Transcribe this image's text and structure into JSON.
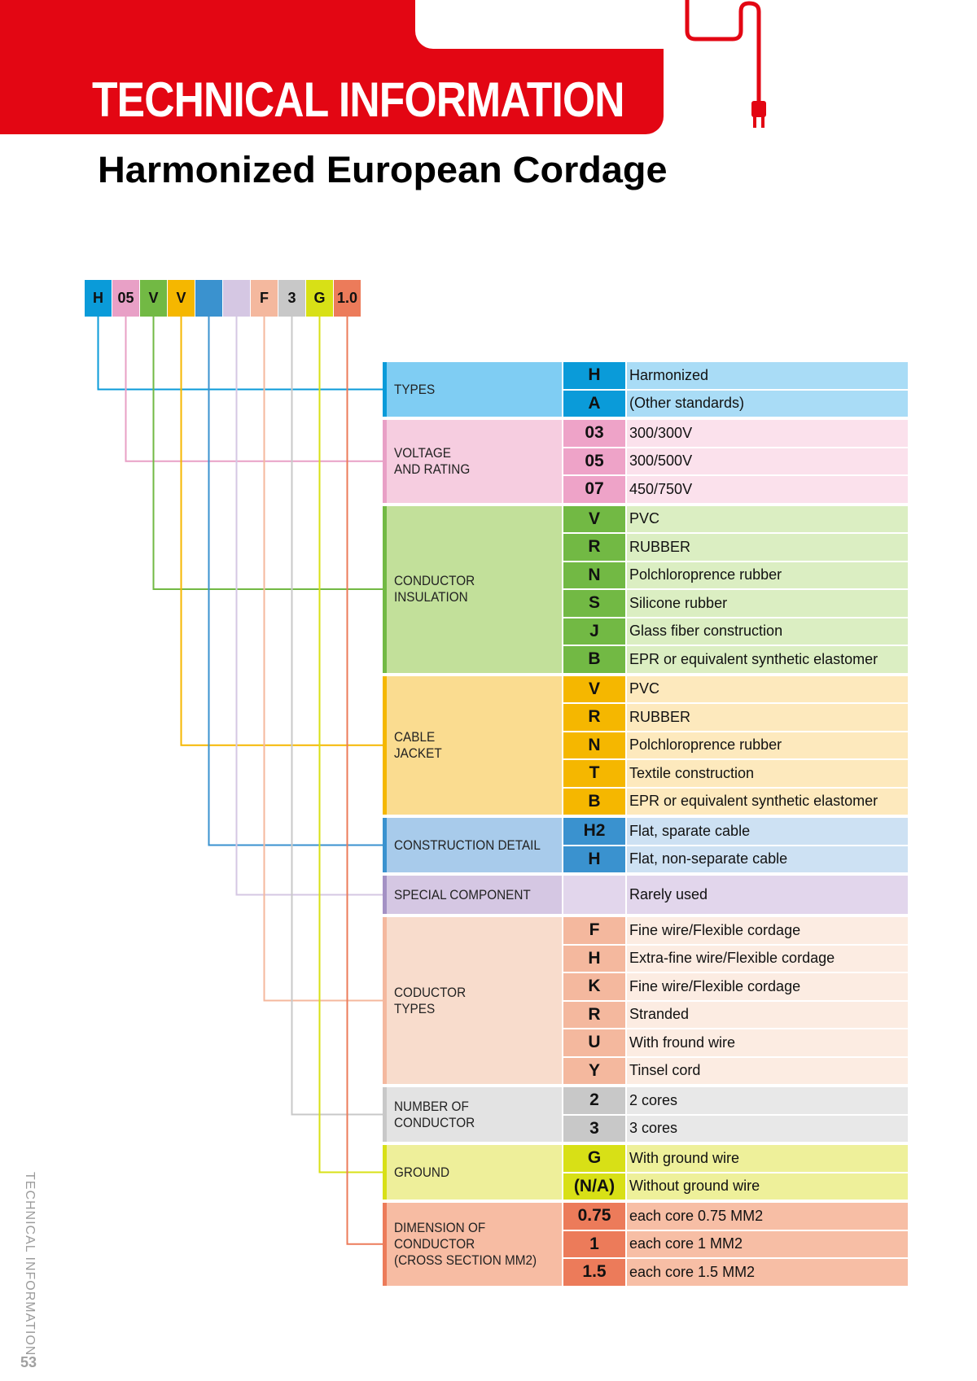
{
  "header": {
    "title": "TECHNICAL INFORMATION",
    "subtitle": "Harmonized European Cordage",
    "accent_color": "#e30613"
  },
  "code_example": [
    {
      "text": "H",
      "color": "#0a9bd9"
    },
    {
      "text": "05",
      "color": "#e8a0c6"
    },
    {
      "text": "V",
      "color": "#72b944"
    },
    {
      "text": "V",
      "color": "#f5b700"
    },
    {
      "text": "",
      "color": "#3a92cf"
    },
    {
      "text": "",
      "color": "#d5c7e3"
    },
    {
      "text": "F",
      "color": "#f4b89e"
    },
    {
      "text": "3",
      "color": "#c8c8c8"
    },
    {
      "text": "G",
      "color": "#d8e016"
    },
    {
      "text": "1.0",
      "color": "#ec7b5a"
    }
  ],
  "categories": [
    {
      "name": "TYPES",
      "cat_bg": "#7fcdf3",
      "border": "#0a9bd9",
      "code_bg": "#0a9bd9",
      "desc_bg": "#a9dcf6",
      "rows": [
        {
          "code": "H",
          "desc": "Harmonized"
        },
        {
          "code": "A",
          "desc": "(Other standards)"
        }
      ]
    },
    {
      "name": "VOLTAGE\nAND RATING",
      "cat_bg": "#f6cde0",
      "border": "#e8a0c6",
      "code_bg": "#eea3c8",
      "desc_bg": "#fbe1ec",
      "rows": [
        {
          "code": "03",
          "desc": "300/300V"
        },
        {
          "code": "05",
          "desc": "300/500V"
        },
        {
          "code": "07",
          "desc": "450/750V"
        }
      ]
    },
    {
      "name": "CONDUCTOR INSULATION",
      "cat_bg": "#c2e09a",
      "border": "#72b944",
      "code_bg": "#72b944",
      "desc_bg": "#dbeec2",
      "rows": [
        {
          "code": "V",
          "desc": "PVC"
        },
        {
          "code": "R",
          "desc": "RUBBER"
        },
        {
          "code": "N",
          "desc": "Polchloroprence rubber"
        },
        {
          "code": "S",
          "desc": "Silicone rubber"
        },
        {
          "code": "J",
          "desc": "Glass fiber construction"
        },
        {
          "code": "B",
          "desc": "EPR or equivalent synthetic elastomer"
        }
      ]
    },
    {
      "name": "CABLE\nJACKET",
      "cat_bg": "#fadc90",
      "border": "#f5b700",
      "code_bg": "#f5b700",
      "desc_bg": "#fde9bd",
      "rows": [
        {
          "code": "V",
          "desc": "PVC"
        },
        {
          "code": "R",
          "desc": "RUBBER"
        },
        {
          "code": "N",
          "desc": "Polchloroprence rubber"
        },
        {
          "code": "T",
          "desc": "Textile construction"
        },
        {
          "code": "B",
          "desc": "EPR or equivalent synthetic elastomer"
        }
      ]
    },
    {
      "name": "CONSTRUCTION DETAIL",
      "cat_bg": "#a8cbeb",
      "border": "#3a92cf",
      "code_bg": "#3a92cf",
      "desc_bg": "#cde1f3",
      "rows": [
        {
          "code": "H2",
          "desc": "Flat, sparate cable"
        },
        {
          "code": "H",
          "desc": "Flat, non-separate cable"
        }
      ]
    },
    {
      "name": "SPECIAL COMPONENT",
      "cat_bg": "#d5c7e3",
      "border": "#a491c4",
      "code_bg": "#e2d6ec",
      "desc_bg": "#e2d6ec",
      "rows": [
        {
          "code": "",
          "desc": "Rarely used"
        }
      ]
    },
    {
      "name": "CODUCTOR\nTYPES",
      "cat_bg": "#f8dccc",
      "border": "#f4b89e",
      "code_bg": "#f4b89e",
      "desc_bg": "#fcece2",
      "rows": [
        {
          "code": "F",
          "desc": "Fine wire/Flexible cordage"
        },
        {
          "code": "H",
          "desc": "Extra-fine wire/Flexible cordage"
        },
        {
          "code": "K",
          "desc": "Fine wire/Flexible cordage"
        },
        {
          "code": "R",
          "desc": "Stranded"
        },
        {
          "code": "U",
          "desc": "With fround wire"
        },
        {
          "code": "Y",
          "desc": "Tinsel cord"
        }
      ]
    },
    {
      "name": "NUMBER OF CONDUCTOR",
      "cat_bg": "#e3e3e3",
      "border": "#c8c8c8",
      "code_bg": "#c8c8c8",
      "desc_bg": "#e8e8e8",
      "rows": [
        {
          "code": "2",
          "desc": "2 cores"
        },
        {
          "code": "3",
          "desc": "3 cores"
        }
      ]
    },
    {
      "name": "GROUND",
      "cat_bg": "#eeef9a",
      "border": "#d8e016",
      "code_bg": "#d8e016",
      "desc_bg": "#eef09a",
      "rows": [
        {
          "code": "G",
          "desc": "With ground wire"
        },
        {
          "code": "(N/A)",
          "desc": "Without ground wire"
        }
      ]
    },
    {
      "name": "DIMENSION OF CONDUCTOR\n(CROSS SECTION MM2)",
      "cat_bg": "#f7bca3",
      "border": "#ec7b5a",
      "code_bg": "#ec7b5a",
      "desc_bg": "#f7bea5",
      "rows": [
        {
          "code": "0.75",
          "desc": "each core 0.75 MM2"
        },
        {
          "code": "1",
          "desc": "each core 1 MM2"
        },
        {
          "code": "1.5",
          "desc": "each core 1.5 MM2"
        }
      ]
    }
  ],
  "footer": {
    "side_label": "TECHNICAL  INFORMATION",
    "page_number": "53"
  }
}
